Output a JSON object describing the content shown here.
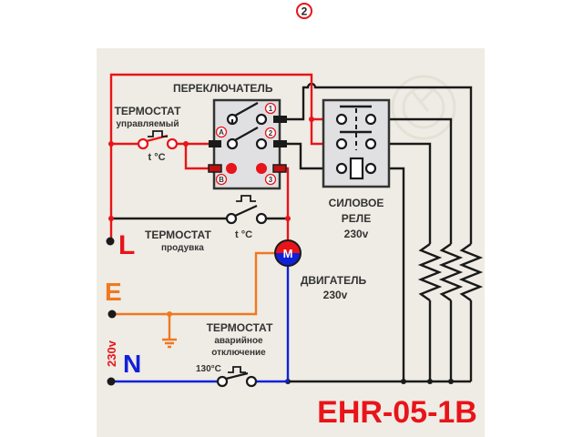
{
  "page_number": "2",
  "model": "EHR-05-1B",
  "colors": {
    "panel": "#eeece4",
    "live": "#e8141a",
    "neutral": "#1020d8",
    "earth": "#f07820",
    "wire": "#1a1a1a",
    "box": "#e0e0e2",
    "title_red": "#e8141a"
  },
  "terminals": {
    "L": "L",
    "E": "E",
    "N": "N",
    "voltage": "230v"
  },
  "switch": {
    "title": "ПЕРЕКЛЮЧАТЕЛЬ",
    "pins": [
      "A",
      "B",
      "1",
      "2",
      "3"
    ]
  },
  "thermostat_controlled": {
    "title": "ТЕРМОСТАТ",
    "subtitle": "управляемый",
    "symbol": "t °C"
  },
  "thermostat_purge": {
    "title": "ТЕРМОСТАТ",
    "subtitle": "продувка",
    "symbol": "t °C"
  },
  "thermostat_emergency": {
    "title": "ТЕРМОСТАТ",
    "subtitle_1": "аварийное",
    "subtitle_2": "отключение",
    "temp": "130°C"
  },
  "relay": {
    "line1": "СИЛОВОЕ",
    "line2": "РЕЛЕ",
    "line3": "230v"
  },
  "motor": {
    "symbol": "M",
    "line1": "ДВИГАТЕЛЬ",
    "line2": "230v"
  },
  "heaters": {
    "count": 3
  }
}
